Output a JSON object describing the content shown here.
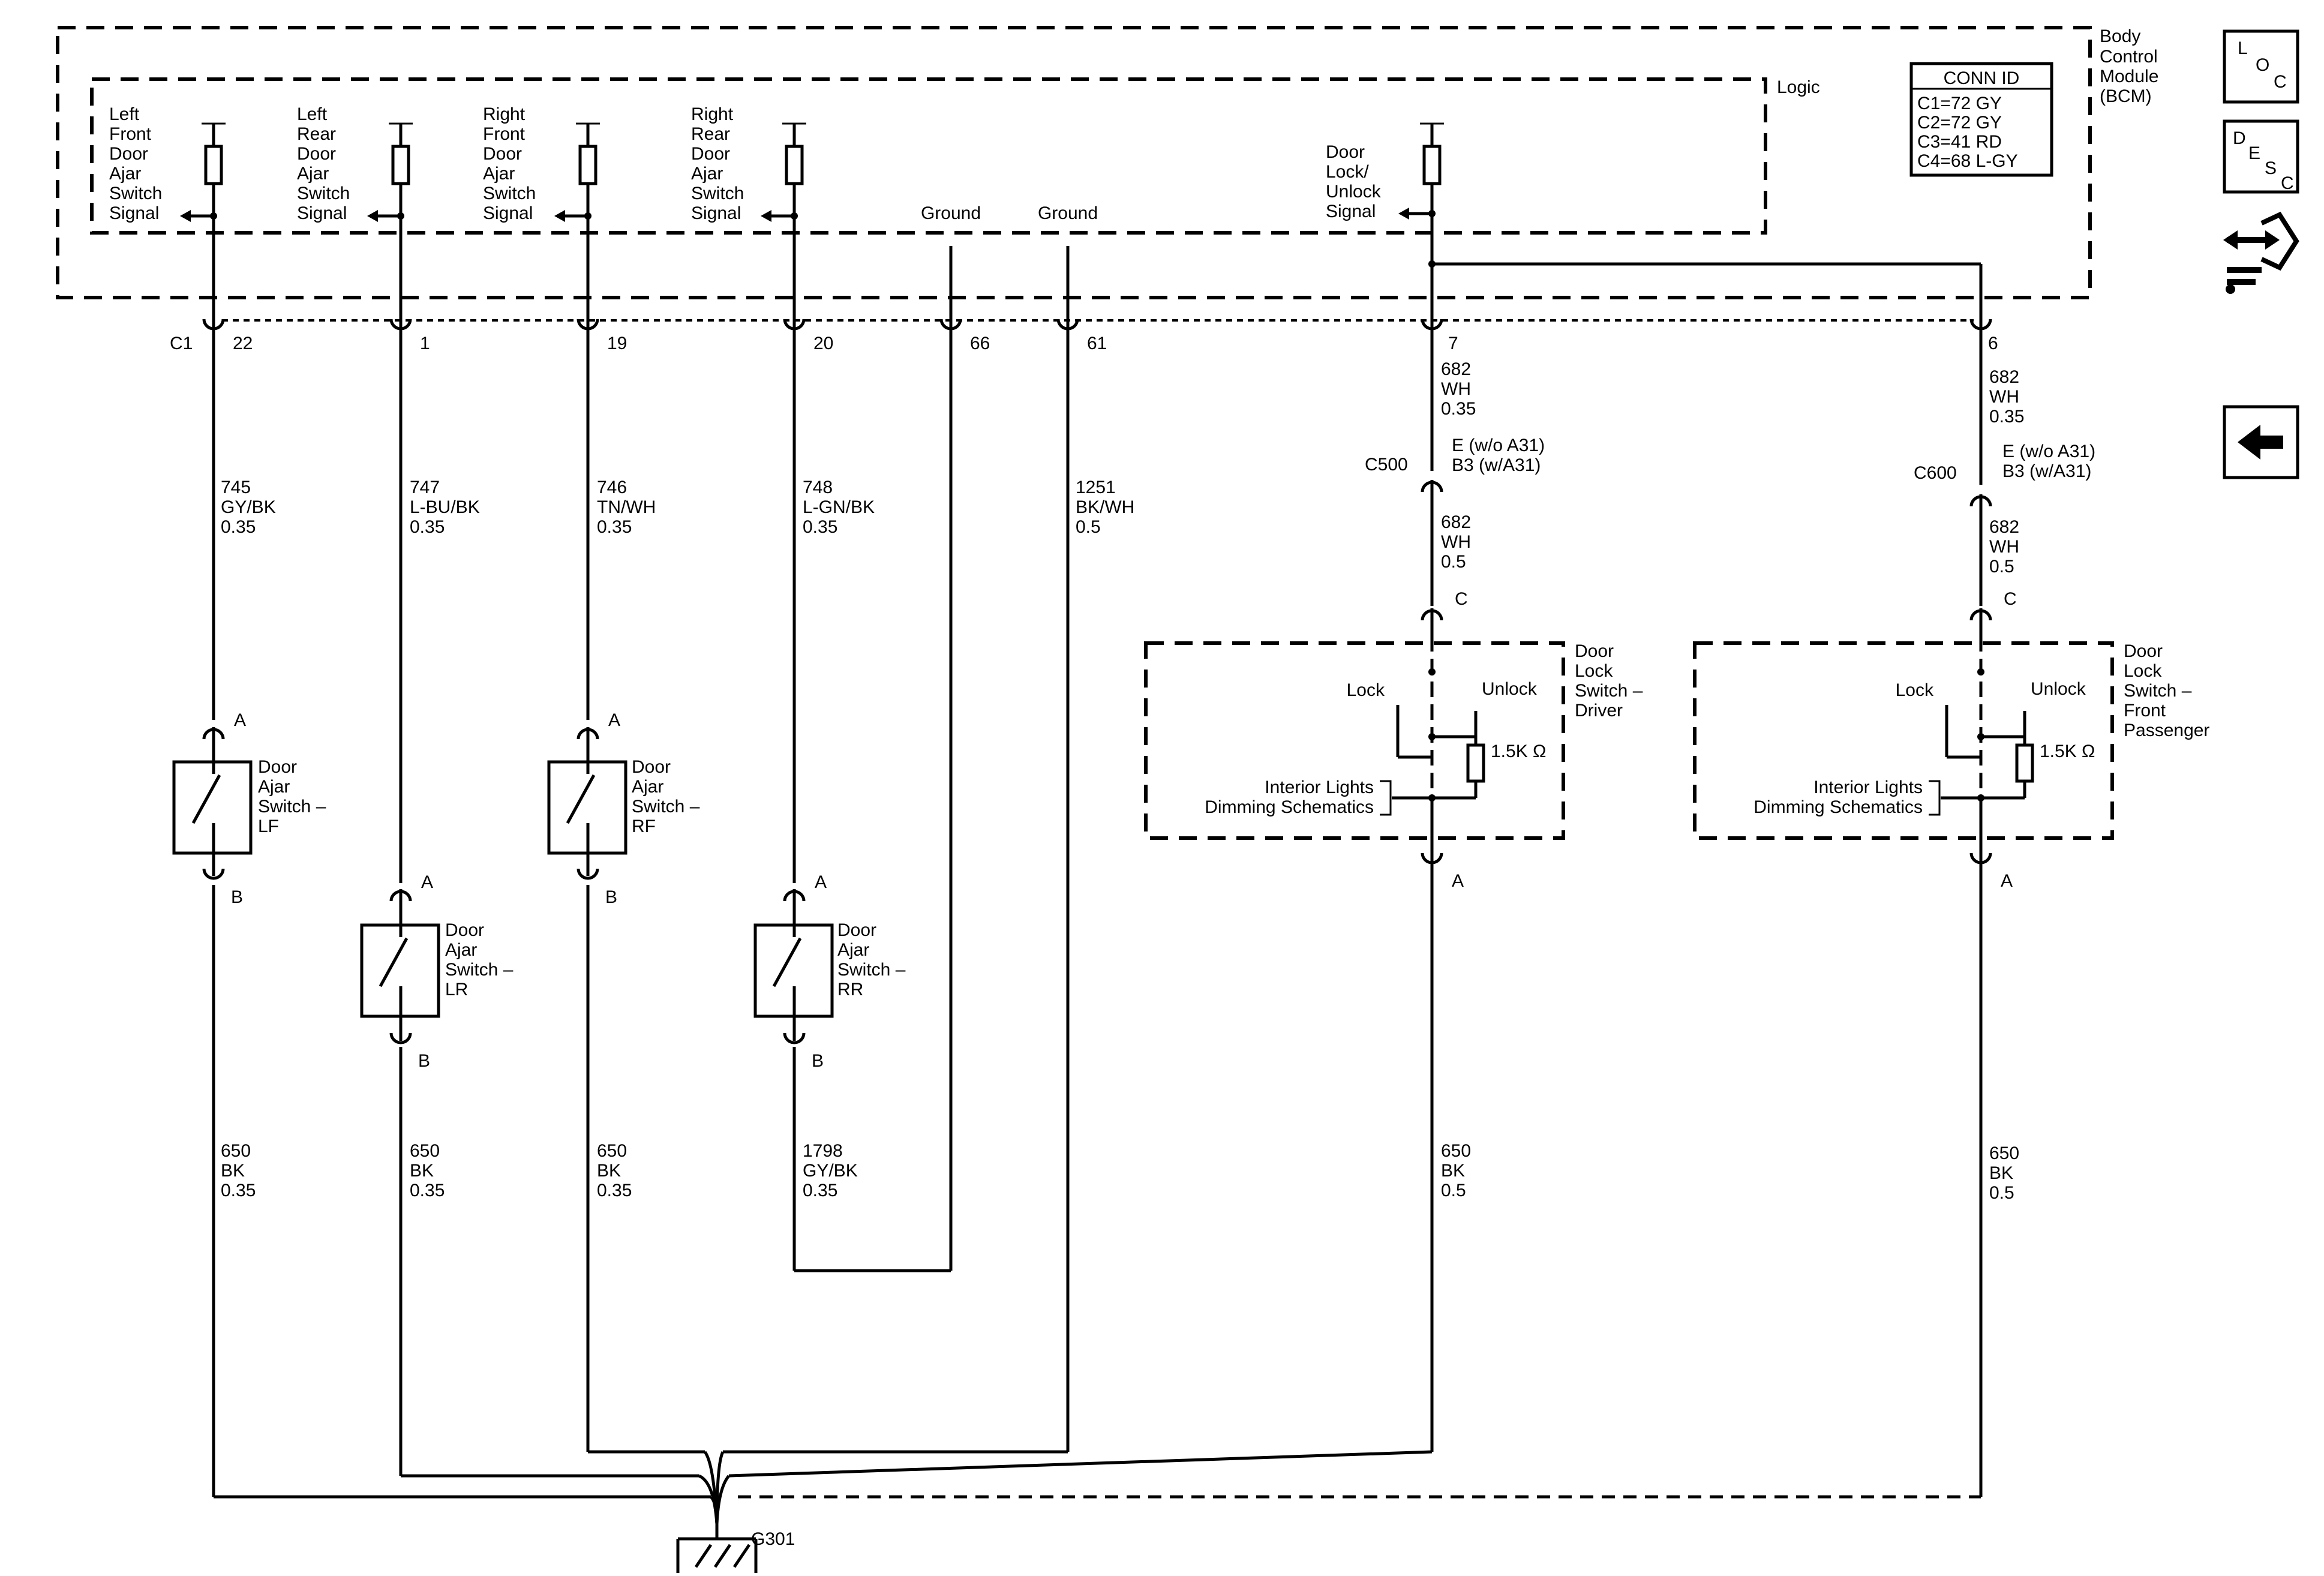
{
  "bcm": {
    "name": "Body Control Module (BCM)",
    "name_lines": [
      "Body",
      "Control",
      "Module",
      "(BCM)"
    ],
    "logic_label": "Logic",
    "signals": [
      {
        "lines": [
          "Left",
          "Front",
          "Door",
          "Ajar",
          "Switch",
          "Signal"
        ]
      },
      {
        "lines": [
          "Left",
          "Rear",
          "Door",
          "Ajar",
          "Switch",
          "Signal"
        ]
      },
      {
        "lines": [
          "Right",
          "Front",
          "Door",
          "Ajar",
          "Switch",
          "Signal"
        ]
      },
      {
        "lines": [
          "Right",
          "Rear",
          "Door",
          "Ajar",
          "Switch",
          "Signal"
        ]
      },
      {
        "lines": [
          "Door",
          "Lock/",
          "Unlock",
          "Signal"
        ]
      }
    ],
    "grounds": [
      "Ground",
      "Ground"
    ],
    "connector": "C1",
    "pins": [
      "22",
      "1",
      "19",
      "20",
      "66",
      "61",
      "7",
      "6"
    ]
  },
  "conn_id": {
    "title": "CONN ID",
    "rows": [
      "C1=72 GY",
      "C2=72 GY",
      "C3=41 RD",
      "C4=68 L-GY"
    ]
  },
  "wires_upper": [
    {
      "circuit": "745",
      "color": "GY/BK",
      "gauge": "0.35"
    },
    {
      "circuit": "747",
      "color": "L-BU/BK",
      "gauge": "0.35"
    },
    {
      "circuit": "746",
      "color": "TN/WH",
      "gauge": "0.35"
    },
    {
      "circuit": "748",
      "color": "L-GN/BK",
      "gauge": "0.35"
    },
    {
      "circuit": "1251",
      "color": "BK/WH",
      "gauge": "0.5"
    },
    {
      "circuit": "682",
      "color": "WH",
      "gauge": "0.35"
    },
    {
      "circuit": "682",
      "color": "WH",
      "gauge": "0.35"
    }
  ],
  "inline_connectors": [
    {
      "name": "C500",
      "pin_lines": [
        "E (w/o A31)",
        "B3 (w/A31)"
      ],
      "wire": {
        "circuit": "682",
        "color": "WH",
        "gauge": "0.5"
      }
    },
    {
      "name": "C600",
      "pin_lines": [
        "E (w/o A31)",
        "B3 (w/A31)"
      ],
      "wire": {
        "circuit": "682",
        "color": "WH",
        "gauge": "0.5"
      }
    }
  ],
  "ajar_switches": [
    {
      "lines": [
        "Door",
        "Ajar",
        "Switch –",
        "LF"
      ],
      "pin_top": "A",
      "pin_bottom": "B"
    },
    {
      "lines": [
        "Door",
        "Ajar",
        "Switch –",
        "LR"
      ],
      "pin_top": "A",
      "pin_bottom": "B"
    },
    {
      "lines": [
        "Door",
        "Ajar",
        "Switch –",
        "RF"
      ],
      "pin_top": "A",
      "pin_bottom": "B"
    },
    {
      "lines": [
        "Door",
        "Ajar",
        "Switch –",
        "RR"
      ],
      "pin_top": "A",
      "pin_bottom": "B"
    }
  ],
  "lock_switches": [
    {
      "lines": [
        "Door",
        "Lock",
        "Switch –",
        "Driver"
      ],
      "pin_top": "C",
      "pin_bottom": "A",
      "lock": "Lock",
      "unlock": "Unlock",
      "resistor": "1.5K Ω",
      "dimming": [
        "Interior Lights",
        "Dimming Schematics"
      ]
    },
    {
      "lines": [
        "Door",
        "Lock",
        "Switch –",
        "Front",
        "Passenger"
      ],
      "pin_top": "C",
      "pin_bottom": "A",
      "lock": "Lock",
      "unlock": "Unlock",
      "resistor": "1.5K Ω",
      "dimming": [
        "Interior Lights",
        "Dimming Schematics"
      ]
    }
  ],
  "wires_lower": [
    {
      "circuit": "650",
      "color": "BK",
      "gauge": "0.35"
    },
    {
      "circuit": "650",
      "color": "BK",
      "gauge": "0.35"
    },
    {
      "circuit": "650",
      "color": "BK",
      "gauge": "0.35"
    },
    {
      "circuit": "1798",
      "color": "GY/BK",
      "gauge": "0.35"
    },
    {
      "circuit": "650",
      "color": "BK",
      "gauge": "0.5"
    },
    {
      "circuit": "650",
      "color": "BK",
      "gauge": "0.5"
    }
  ],
  "ground": "G301",
  "nav": {
    "loc": [
      "L",
      "O",
      "C"
    ],
    "desc": [
      "D",
      "E",
      "S",
      "C"
    ],
    "icons": [
      "connector-end-view-icon",
      "back-arrow-icon"
    ]
  }
}
